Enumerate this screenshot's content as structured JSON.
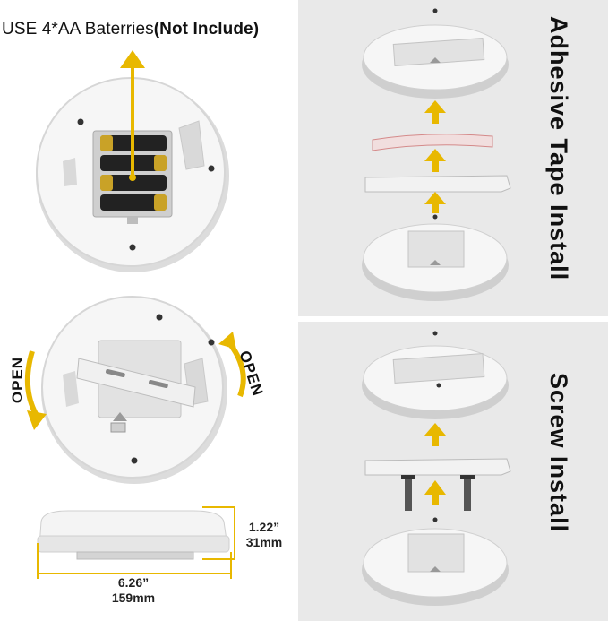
{
  "battery": {
    "title_main": "USE 4*AA Baterries",
    "title_bold": "(Not Include)"
  },
  "install": {
    "adhesive_label": "Adhesive Tape Install",
    "screw_label": "Screw Install"
  },
  "open": {
    "left_label": "OPEN",
    "right_label": "OPEN"
  },
  "dimensions": {
    "height_in": "1.22”",
    "height_mm": "31mm",
    "width_in": "6.26”",
    "width_mm": "159mm"
  },
  "colors": {
    "accent_arrow": "#e8b800",
    "panel_bg": "#e9e9e9",
    "device_white": "#f4f4f4",
    "battery_gold": "#c9a227"
  }
}
